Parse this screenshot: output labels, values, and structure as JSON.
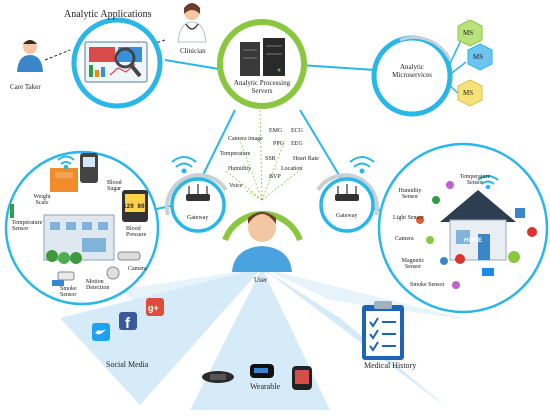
{
  "colors": {
    "cyan": "#29b6e8",
    "green": "#8bc63f",
    "beam": "#cfe8f7",
    "ms_green": "#b9e27a",
    "ms_blue": "#6cc4ef",
    "ms_yellow": "#f6e27a"
  },
  "top": {
    "analytic_applications": "Analytic Applications",
    "clinician": "Clinician",
    "care_taker": "Care Taker",
    "servers": "Analytic Processing Servers",
    "microservices": "Analytic Microservices",
    "ms_label": "MS"
  },
  "signals": [
    "Camera image",
    "EMG",
    "ECG",
    "PPG",
    "EEG",
    "Temperature",
    "SSR",
    "Heart Rate",
    "Humidity",
    "BVP",
    "Location",
    "Voice"
  ],
  "gateways": {
    "left": "Gateway",
    "right": "Gateway"
  },
  "user": "User",
  "left_circle": [
    "Weight Scale",
    "Blood Sugar",
    "Temperature Sensor",
    "Blood Pressure",
    "Camera",
    "Motion Detection",
    "Smoke Sensor"
  ],
  "right_circle": [
    "Temperature Sensor",
    "Humidity Sensor",
    "Light Sensor",
    "Camera",
    "Magnetic Sensor",
    "Smoke Sensor"
  ],
  "bottom": {
    "social": "Social Media",
    "wearable": "Wearable",
    "medical": "Medical History",
    "home_sign": "HOME",
    "bp_value": "120 80"
  },
  "icons": [
    "clinician-icon",
    "care-taker-icon",
    "dashboard-icon",
    "server-icon",
    "router-icon",
    "wifi-icon",
    "twitter-icon",
    "facebook-icon",
    "google-plus-icon",
    "clipboard-icon",
    "watch-icon",
    "house-icon"
  ]
}
